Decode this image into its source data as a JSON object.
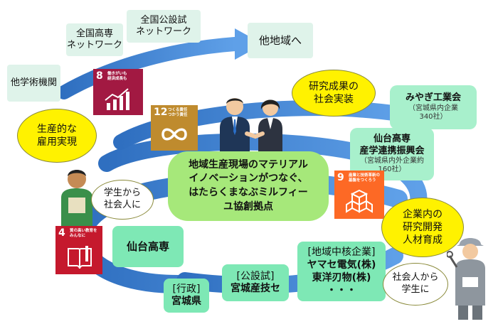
{
  "diagram": {
    "other_regions": "他地域へ",
    "national_kosen_network": [
      "全国高専",
      "ネットワーク"
    ],
    "national_public_labs_network": [
      "全国公設試",
      "ネットワーク"
    ],
    "other_institutions": "他学術機関",
    "productive_employment": [
      "生産的な",
      "雇用実現"
    ],
    "research_to_society": [
      "研究成果の",
      "社会実装"
    ],
    "miyagi_industry": {
      "name": "みやぎ工業会",
      "detail": [
        "（宮城県内企業",
        "340社）"
      ]
    },
    "sendai_kosen_assoc": {
      "name": [
        "仙台高専",
        "産学連携振興会"
      ],
      "detail": [
        "（宮城県内外企業約",
        "160社）"
      ]
    },
    "core_hub": [
      "地域生産現場のマテリアル",
      "イノベーションがつなぐ、",
      "はたらくまなぶミルフィー",
      "ユ協創拠点"
    ],
    "student_to_worker": [
      "学生から",
      "社会人に"
    ],
    "worker_to_student": [
      "社会人から",
      "学生に"
    ],
    "in_company_rd": [
      "企業内の",
      "研究開発",
      "人材育成"
    ],
    "sendai_kosen": "仙台高専",
    "regional_core_companies": [
      "[地域中核企業]",
      "ヤマセ電気(株)",
      "東洋刃物(株)",
      "・・・"
    ],
    "public_lab": [
      "[公設試]",
      "宮城産技セ"
    ],
    "government": [
      "[行政]",
      "宮城県"
    ]
  },
  "sdgs": [
    {
      "num": "8",
      "title": [
        "働きがいも",
        "経済成長も"
      ],
      "color": "#a21942"
    },
    {
      "num": "12",
      "title": [
        "つくる責任",
        "つかう責任"
      ],
      "color": "#bf8b2e"
    },
    {
      "num": "9",
      "title": [
        "産業と技術革新の",
        "基盤をつくろう"
      ],
      "color": "#fd6925"
    },
    {
      "num": "4",
      "title": [
        "質の高い教育を",
        "みんなに"
      ],
      "color": "#c5192d"
    }
  ],
  "colors": {
    "spiral": "#3f86d6",
    "yellow": "#fff200",
    "mint": "#7ee8b5",
    "pale": "#dff3ea"
  }
}
